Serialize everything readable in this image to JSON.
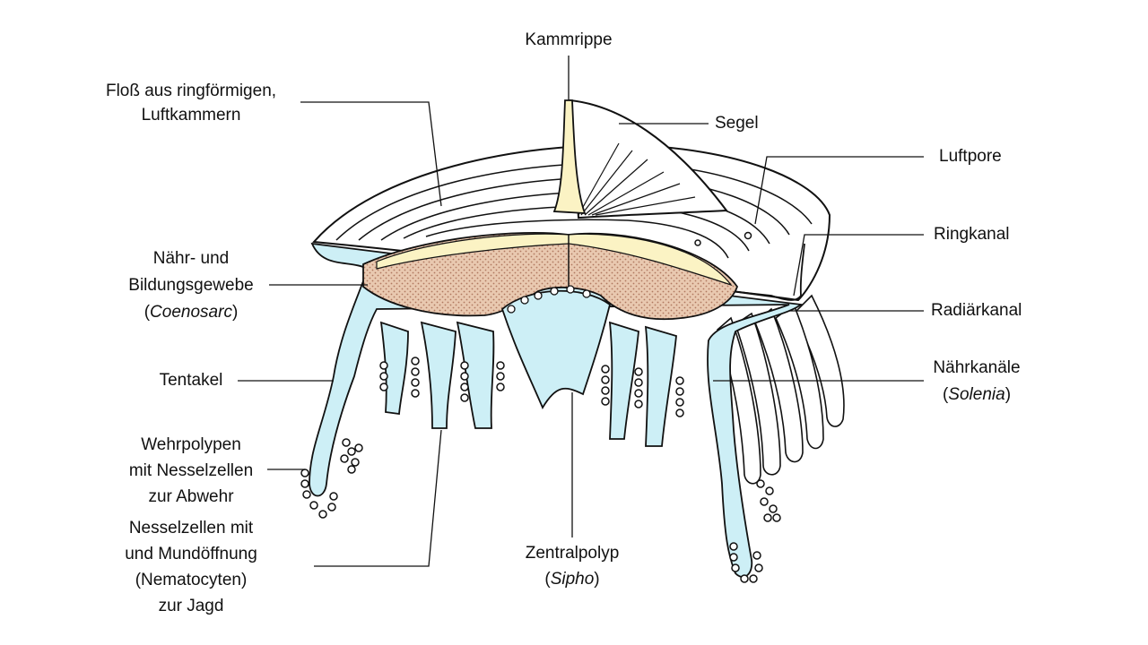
{
  "colors": {
    "water_blue": "#cdeff6",
    "tissue_brown": "#e9c9b0",
    "tissue_dots": "#b07860",
    "yellow_tissue": "#fbf3c4",
    "outline": "#111111",
    "background": "#ffffff"
  },
  "labels": {
    "kammrippe": "Kammrippe",
    "segel": "Segel",
    "luftpore": "Luftpore",
    "ringkanal": "Ringkanal",
    "radiaerkanal": "Radiärkanal",
    "naehrkanaele": "Nährkanäle",
    "solenia": "Solenia",
    "floss_line1": "Floß aus ringförmigen,",
    "floss_line2": "Luftkammern",
    "naehr_line1": "Nähr- und",
    "naehr_line2": "Bildungsgewebe",
    "coenosarc": "Coenosarc",
    "tentakel": "Tentakel",
    "wehr_line1": "Wehrpolypen",
    "wehr_line2": "mit Nesselzellen",
    "wehr_line3": "zur Abwehr",
    "nessel_line1": "Nesselzellen mit",
    "nessel_line2": "und Mundöffnung",
    "nessel_line3": "(Nematocyten)",
    "nessel_line4": "zur Jagd",
    "zentral": "Zentralpolyp",
    "sipho": "Sipho"
  }
}
